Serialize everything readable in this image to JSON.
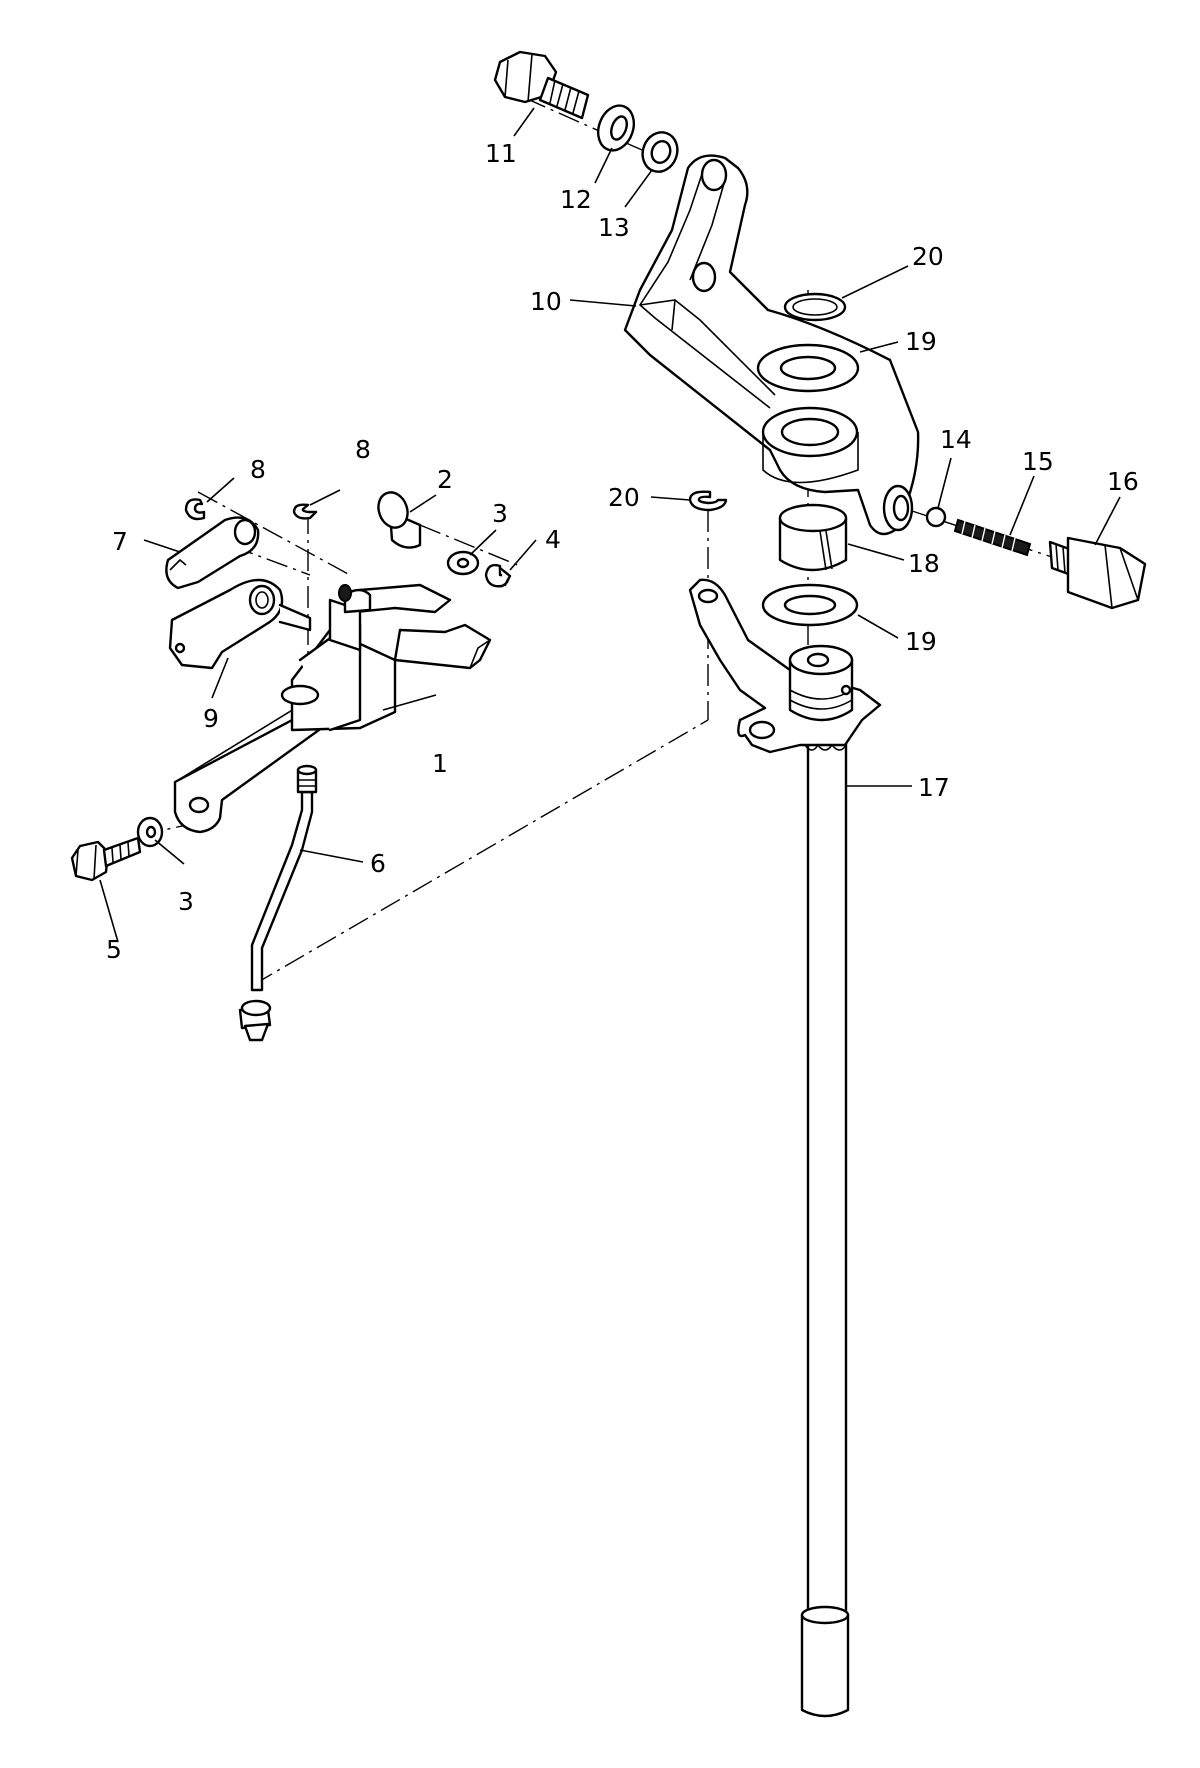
{
  "callouts": [
    {
      "id": "c1",
      "text": "1"
    },
    {
      "id": "c2",
      "text": "2"
    },
    {
      "id": "c3a",
      "text": "3"
    },
    {
      "id": "c3b",
      "text": "3"
    },
    {
      "id": "c4",
      "text": "4"
    },
    {
      "id": "c5",
      "text": "5"
    },
    {
      "id": "c6",
      "text": "6"
    },
    {
      "id": "c7",
      "text": "7"
    },
    {
      "id": "c8a",
      "text": "8"
    },
    {
      "id": "c8b",
      "text": "8"
    },
    {
      "id": "c9",
      "text": "9"
    },
    {
      "id": "c10",
      "text": "10"
    },
    {
      "id": "c11",
      "text": "11"
    },
    {
      "id": "c12",
      "text": "12"
    },
    {
      "id": "c13",
      "text": "13"
    },
    {
      "id": "c14",
      "text": "14"
    },
    {
      "id": "c15",
      "text": "15"
    },
    {
      "id": "c16",
      "text": "16"
    },
    {
      "id": "c17",
      "text": "17"
    },
    {
      "id": "c18",
      "text": "18"
    },
    {
      "id": "c19a",
      "text": "19"
    },
    {
      "id": "c19b",
      "text": "19"
    },
    {
      "id": "c20a",
      "text": "20"
    },
    {
      "id": "c20b",
      "text": "20"
    }
  ]
}
